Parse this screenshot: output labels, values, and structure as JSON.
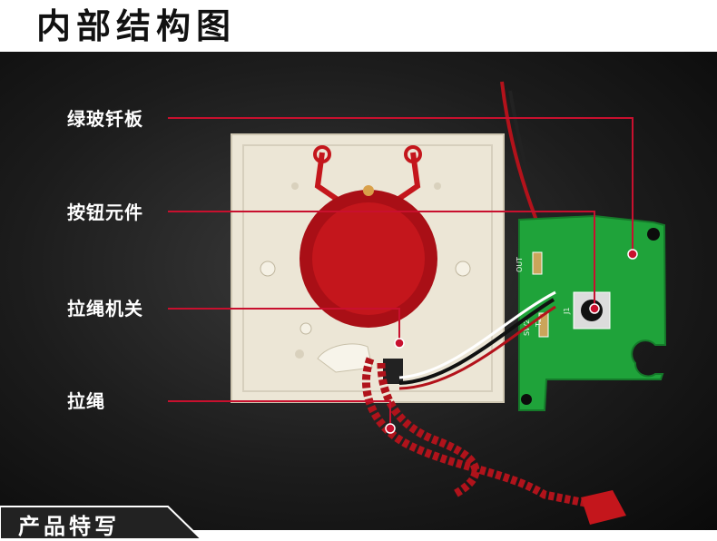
{
  "header": {
    "title": "内部结构图"
  },
  "labels": [
    {
      "text": "绿玻钎板"
    },
    {
      "text": "按钮元件"
    },
    {
      "text": "拉绳机关"
    },
    {
      "text": "拉绳"
    }
  ],
  "pcb": {
    "out": "OUT",
    "sw2": "SW2",
    "t2": "T2",
    "j1": "J1"
  },
  "footer": {
    "section_title": "产品特写"
  },
  "colors": {
    "leader": "#c8102e",
    "pcb": "#1fa33a",
    "housing": "#ece6d6",
    "knob": "#c4161c"
  }
}
